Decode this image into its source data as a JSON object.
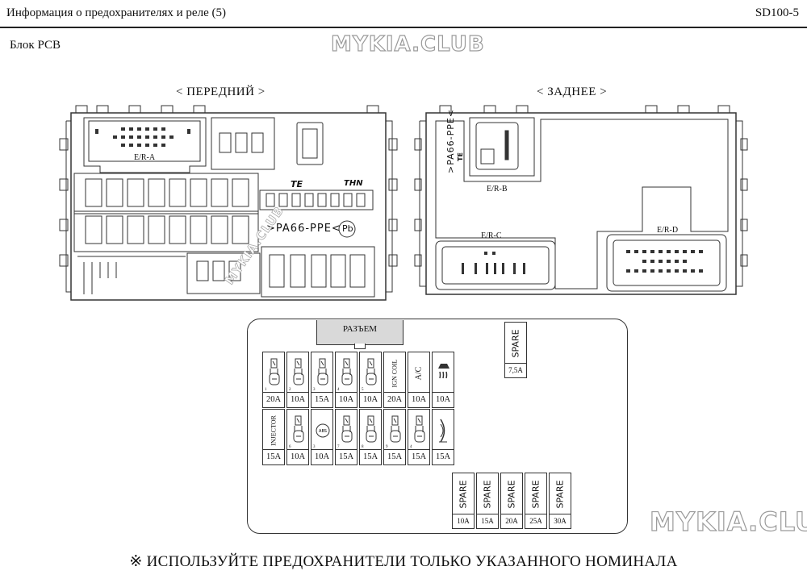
{
  "header": {
    "title": "Информация о предохранителях и реле (5)",
    "code": "SD100-5"
  },
  "block_label": "Блок РСВ",
  "watermark": "MYKIA.CLUB",
  "views": {
    "front": {
      "title": "< ПЕРЕДНИЙ >",
      "connector": "E/R-A",
      "brand1": "TE",
      "brand2": "THN",
      "material": ">PA66-PPE<",
      "pb": "Pb"
    },
    "rear": {
      "title": "< ЗАДНЕЕ >",
      "material": ">PA66-PPE<",
      "brand": "TE",
      "connectors": [
        "E/R-B",
        "E/R-C",
        "E/R-D"
      ]
    }
  },
  "fuse_panel": {
    "connector_label": "РАЗЪЕМ",
    "row1": [
      {
        "label": "",
        "icon": "fuse-symbol-icon",
        "num": "1",
        "rating": "20A"
      },
      {
        "label": "",
        "icon": "fuse-symbol-icon",
        "num": "2",
        "rating": "10A"
      },
      {
        "label": "",
        "icon": "fuse-symbol-icon",
        "num": "3",
        "rating": "15A"
      },
      {
        "label": "",
        "icon": "fuse-symbol-icon",
        "num": "4",
        "rating": "10A"
      },
      {
        "label": "",
        "icon": "fuse-symbol-icon",
        "num": "5",
        "rating": "10A"
      },
      {
        "label": "IGN COIL",
        "icon": "",
        "num": "",
        "rating": "20A"
      },
      {
        "label": "A/C",
        "icon": "",
        "num": "",
        "rating": "10A"
      },
      {
        "label": "",
        "icon": "defroster-icon",
        "num": "",
        "rating": "10A"
      }
    ],
    "row2": [
      {
        "label": "INJECTOR",
        "icon": "",
        "num": "",
        "rating": "15A"
      },
      {
        "label": "",
        "icon": "fuse-symbol-icon",
        "num": "6",
        "rating": "10A"
      },
      {
        "label": "ABS",
        "icon": "abs-icon",
        "num": "3",
        "rating": "10A"
      },
      {
        "label": "",
        "icon": "fuse-symbol-icon",
        "num": "7",
        "rating": "15A"
      },
      {
        "label": "",
        "icon": "fuse-symbol-icon",
        "num": "8",
        "rating": "15A"
      },
      {
        "label": "",
        "icon": "fuse-symbol-icon",
        "num": "9",
        "rating": "15A"
      },
      {
        "label": "",
        "icon": "fuse-symbol-icon",
        "num": "4",
        "rating": "15A"
      },
      {
        "label": "",
        "icon": "horn-icon",
        "num": "",
        "rating": "15A"
      }
    ],
    "spares_bottom": [
      {
        "label": "SPARE",
        "rating": "10A"
      },
      {
        "label": "SPARE",
        "rating": "15A"
      },
      {
        "label": "SPARE",
        "rating": "20A"
      },
      {
        "label": "SPARE",
        "rating": "25A"
      },
      {
        "label": "SPARE",
        "rating": "30A"
      }
    ],
    "spare_top": {
      "label": "SPARE",
      "rating": "7,5A"
    }
  },
  "footer": "※ ИСПОЛЬЗУЙТЕ ПРЕДОХРАНИТЕЛИ ТОЛЬКО УКАЗАННОГО НОМИНАЛА"
}
